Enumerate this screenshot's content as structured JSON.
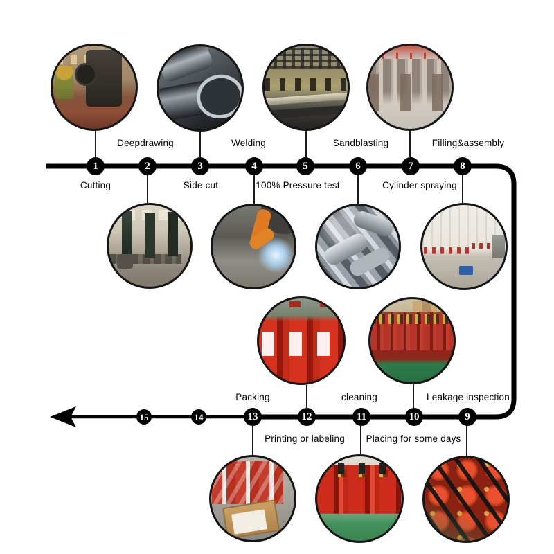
{
  "background_color": "#ffffff",
  "flow": {
    "steps": [
      {
        "number": "1",
        "label": "Cutting",
        "label_side": "below-line",
        "photo": "cutting-workshop"
      },
      {
        "number": "2",
        "label": "Deepdrawing",
        "label_side": "above-line",
        "photo": "deepdrawing-press-machines"
      },
      {
        "number": "3",
        "label": "Side cut",
        "label_side": "below-line",
        "photo": "side-cut-steel-pipes"
      },
      {
        "number": "4",
        "label": "Welding",
        "label_side": "above-line",
        "photo": "robotic-welding"
      },
      {
        "number": "5",
        "label": "100% Pressure test",
        "label_side": "below-line",
        "photo": "pressure-test-line"
      },
      {
        "number": "6",
        "label": "Sandblasting",
        "label_side": "above-line",
        "photo": "sandblasted-cylinder-shells"
      },
      {
        "number": "7",
        "label": "Cylinder spraying",
        "label_side": "below-line",
        "photo": "cylinder-spraying-line"
      },
      {
        "number": "8",
        "label": "Filling&assembly",
        "label_side": "above-line",
        "photo": "filling-assembly-workshop"
      },
      {
        "number": "9",
        "label": "Leakage inspection",
        "label_side": "above-line",
        "photo": "leakage-inspection-water-test"
      },
      {
        "number": "10",
        "label": "Placing for some days",
        "label_side": "below-line",
        "photo": "extinguishers-placed-on-floor"
      },
      {
        "number": "11",
        "label": "cleaning",
        "label_side": "above-line",
        "photo": "cleaned-red-extinguishers"
      },
      {
        "number": "12",
        "label": "Printing or labeling",
        "label_side": "below-line",
        "photo": "labeled-extinguishers"
      },
      {
        "number": "13",
        "label": "Packing",
        "label_side": "above-line",
        "photo": "packing-into-cartons"
      },
      {
        "number": "14",
        "label": "",
        "label_side": null,
        "photo": null
      },
      {
        "number": "15",
        "label": "",
        "label_side": null,
        "photo": null
      }
    ]
  },
  "colors": {
    "flow_line": "#000000",
    "step_dot_fill": "#000000",
    "step_dot_number": "#ffffff",
    "label_text": "#000000",
    "extinguisher_red": "#c5271b",
    "floor_green": "#2e7b4a",
    "welding_robot_orange": "#df7a22",
    "steel_gray": "#9aa1a8"
  }
}
